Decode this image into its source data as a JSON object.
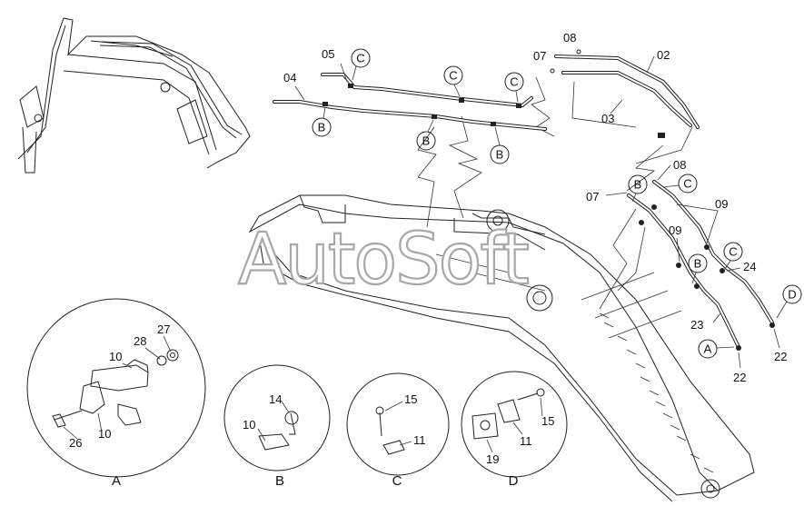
{
  "watermark": "AutoSoft",
  "part_labels": {
    "p02": "02",
    "p03": "03",
    "p04": "04",
    "p05": "05",
    "p07a": "07",
    "p07b": "07",
    "p08a": "08",
    "p08b": "08",
    "p09a": "09",
    "p09b": "09",
    "p22a": "22",
    "p22b": "22",
    "p23": "23",
    "p24": "24",
    "a10a": "10",
    "a10b": "10",
    "a26": "26",
    "a27": "27",
    "a28": "28",
    "b10": "10",
    "b14": "14",
    "c11": "11",
    "c15": "15",
    "d11": "11",
    "d15": "15",
    "d19": "19"
  },
  "clamp_markers": {
    "c1": "C",
    "c2": "C",
    "c3": "C",
    "c4": "C",
    "c5": "C",
    "b1": "B",
    "b2": "B",
    "b3": "B",
    "b4": "B",
    "b5": "B",
    "a1": "A",
    "d1": "D"
  },
  "detail_captions": {
    "A": "A",
    "B": "B",
    "C": "C",
    "D": "D"
  }
}
